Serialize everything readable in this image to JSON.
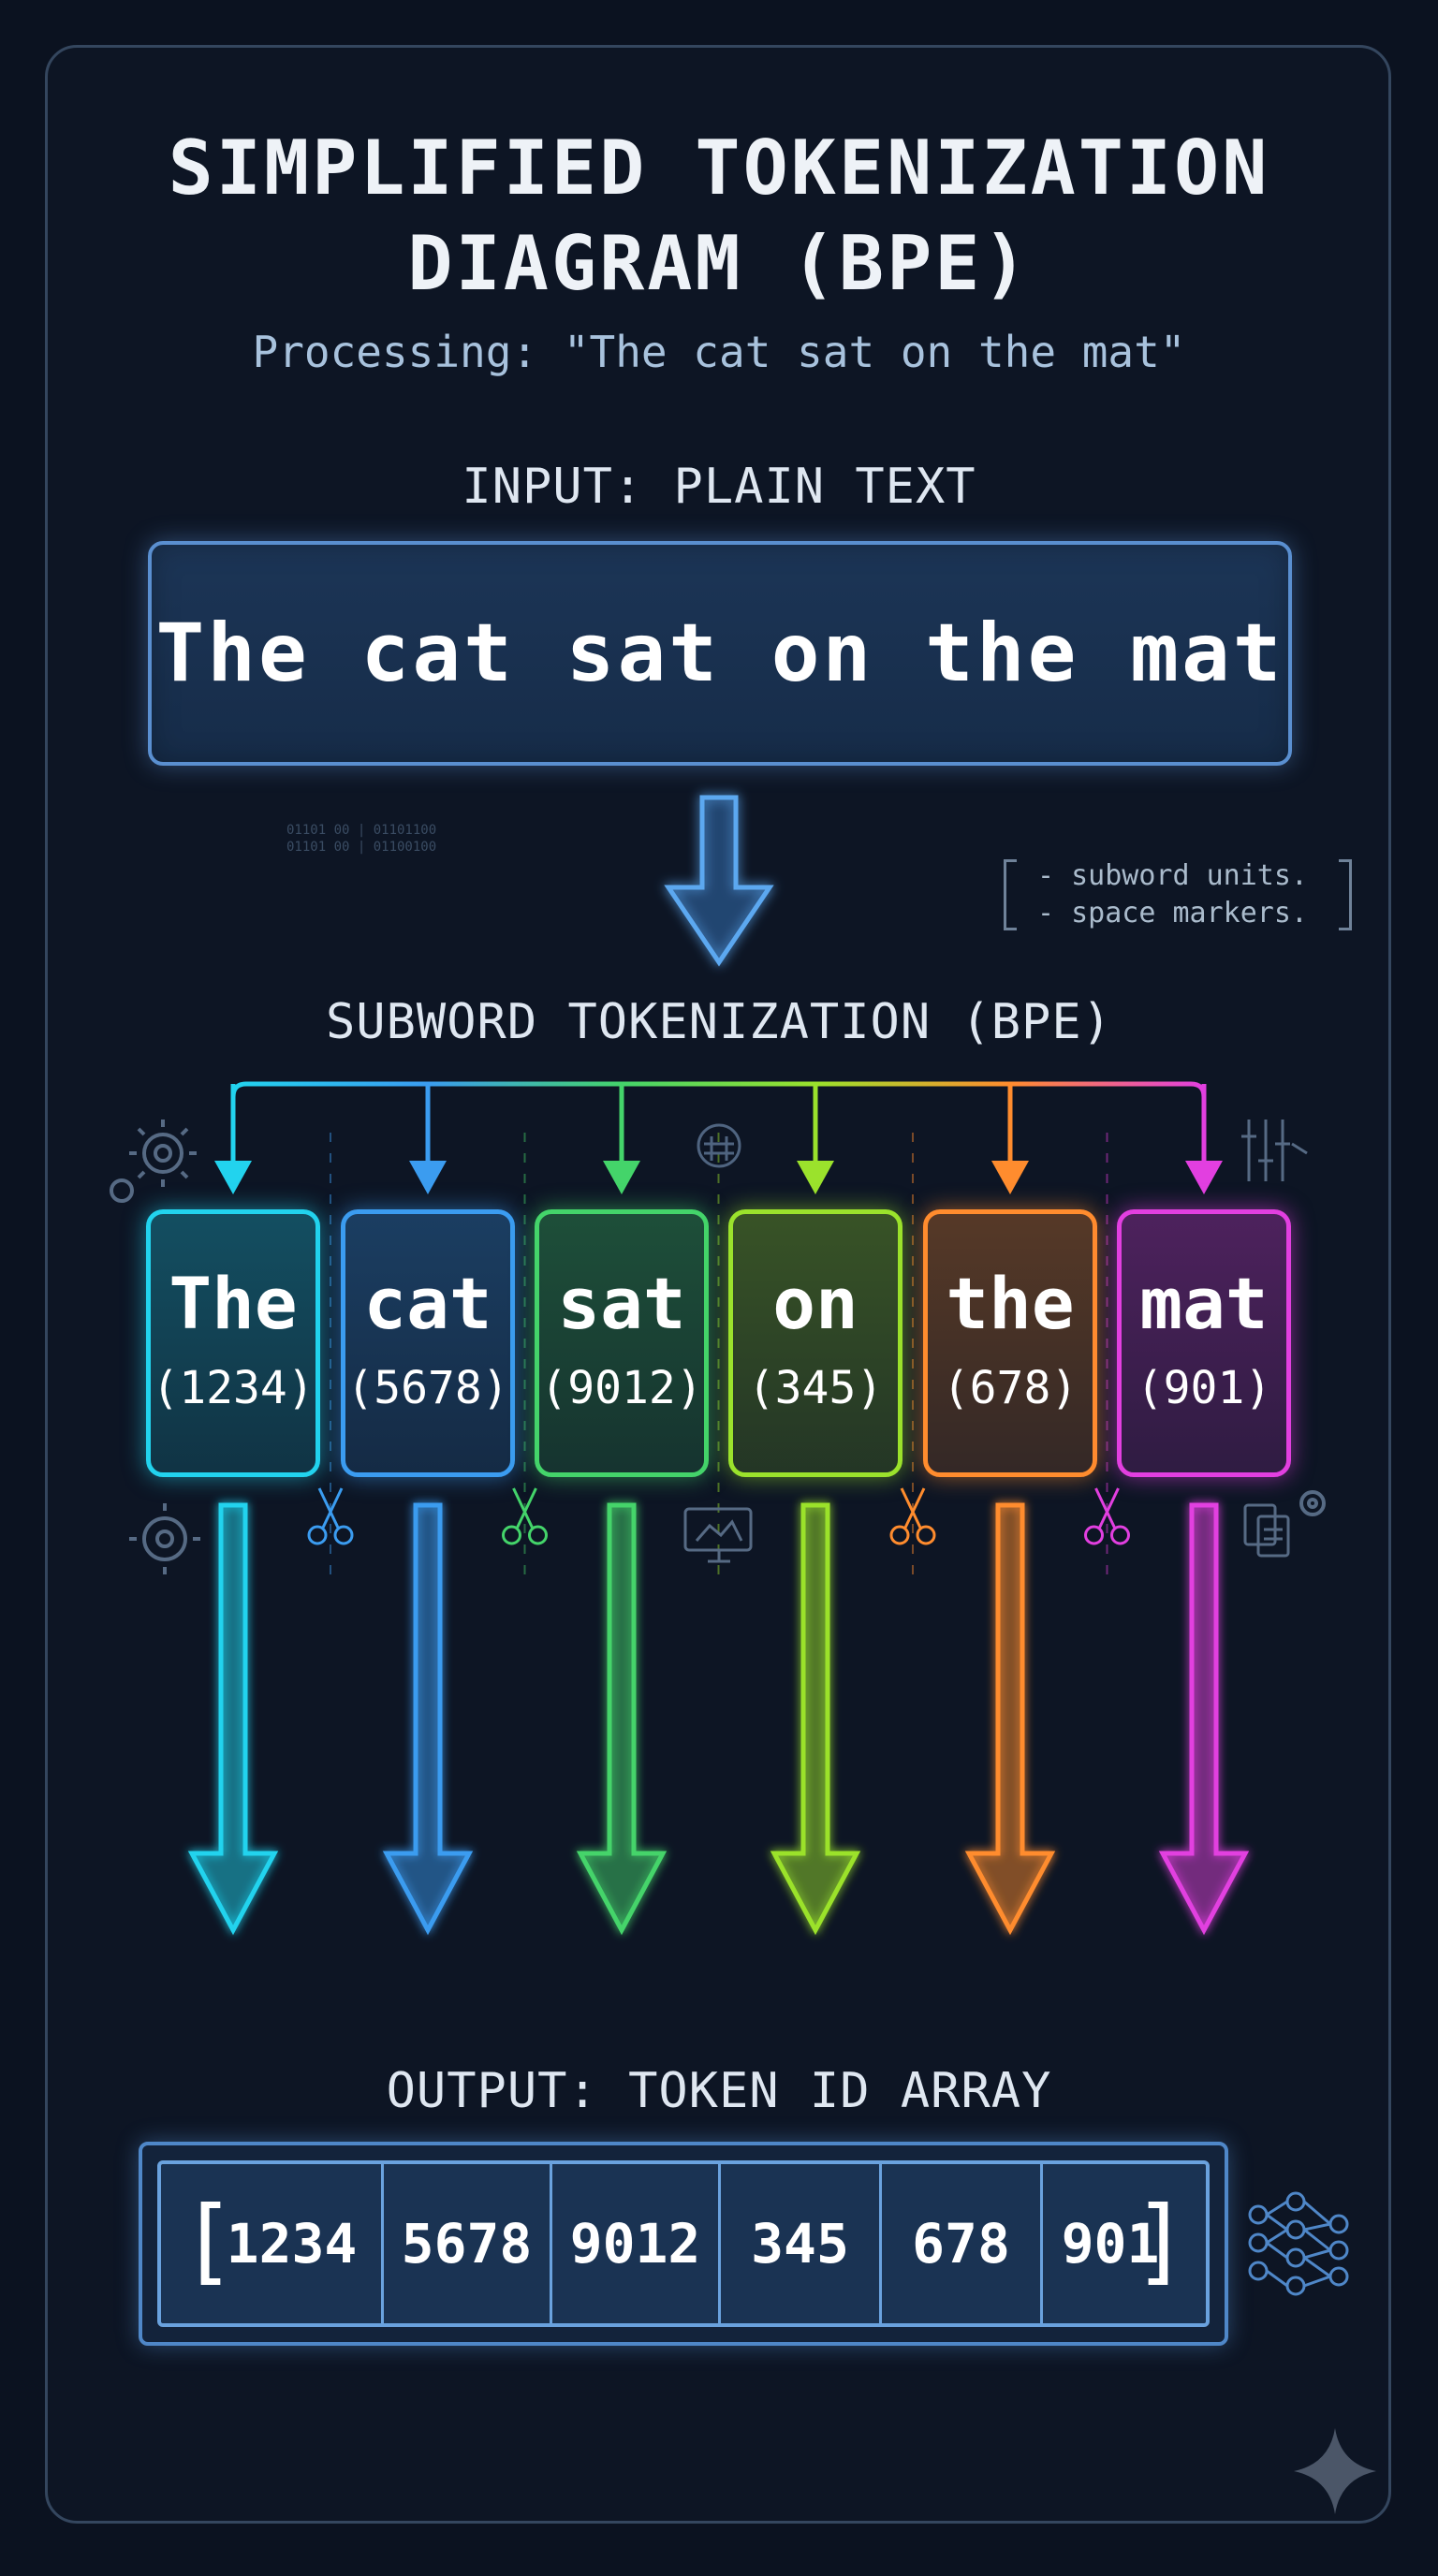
{
  "header": {
    "title_line1": "SIMPLIFIED TOKENIZATION",
    "title_line2": "DIAGRAM (BPE)",
    "subtitle": "Processing: \"The cat sat on the mat\""
  },
  "input": {
    "label": "INPUT: PLAIN TEXT",
    "text": "The cat sat on the mat"
  },
  "decor": {
    "binary_line1": "01101 00 | 01101100",
    "binary_line2": "01101 00 | 01100100"
  },
  "notes": {
    "line1": "- subword units.",
    "line2": "- space markers."
  },
  "tokenization": {
    "label": "SUBWORD TOKENIZATION (BPE)",
    "tokens": [
      {
        "word": "The",
        "id": "(1234)",
        "color": "#22d3ee"
      },
      {
        "word": "cat",
        "id": "(5678)",
        "color": "#3b9cf0"
      },
      {
        "word": "sat",
        "id": "(9012)",
        "color": "#44d46a"
      },
      {
        "word": "on",
        "id": "(345)",
        "color": "#9be22c"
      },
      {
        "word": "the",
        "id": "(678)",
        "color": "#ff8c2e"
      },
      {
        "word": "mat",
        "id": "(901)",
        "color": "#e23fe0"
      }
    ]
  },
  "output": {
    "label": "OUTPUT: TOKEN ID ARRAY",
    "open_bracket": "[",
    "close_bracket": "]",
    "ids": [
      "1234",
      "5678",
      "9012",
      "345",
      "678",
      "901"
    ]
  },
  "icons": [
    "gear-icon",
    "scissors-icon",
    "neural-network-icon",
    "monitor-icon",
    "document-icon",
    "sparkle-icon"
  ]
}
